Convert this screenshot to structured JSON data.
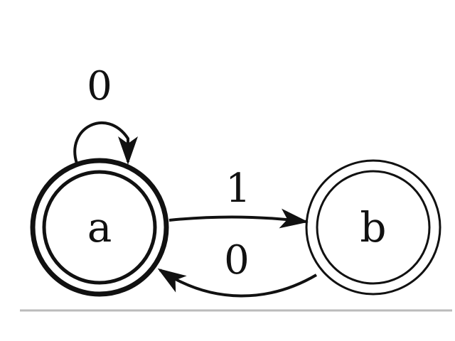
{
  "diagram": {
    "type": "state-machine",
    "states": [
      {
        "id": "a",
        "label": "a",
        "accepting": true,
        "initial": true
      },
      {
        "id": "b",
        "label": "b",
        "accepting": true,
        "initial": false
      }
    ],
    "transitions": [
      {
        "from": "a",
        "to": "a",
        "label": "0"
      },
      {
        "from": "a",
        "to": "b",
        "label": "1"
      },
      {
        "from": "b",
        "to": "a",
        "label": "0"
      }
    ]
  },
  "colors": {
    "stroke": "#111111",
    "baseline": "#bbbbbb",
    "background": "#ffffff"
  }
}
